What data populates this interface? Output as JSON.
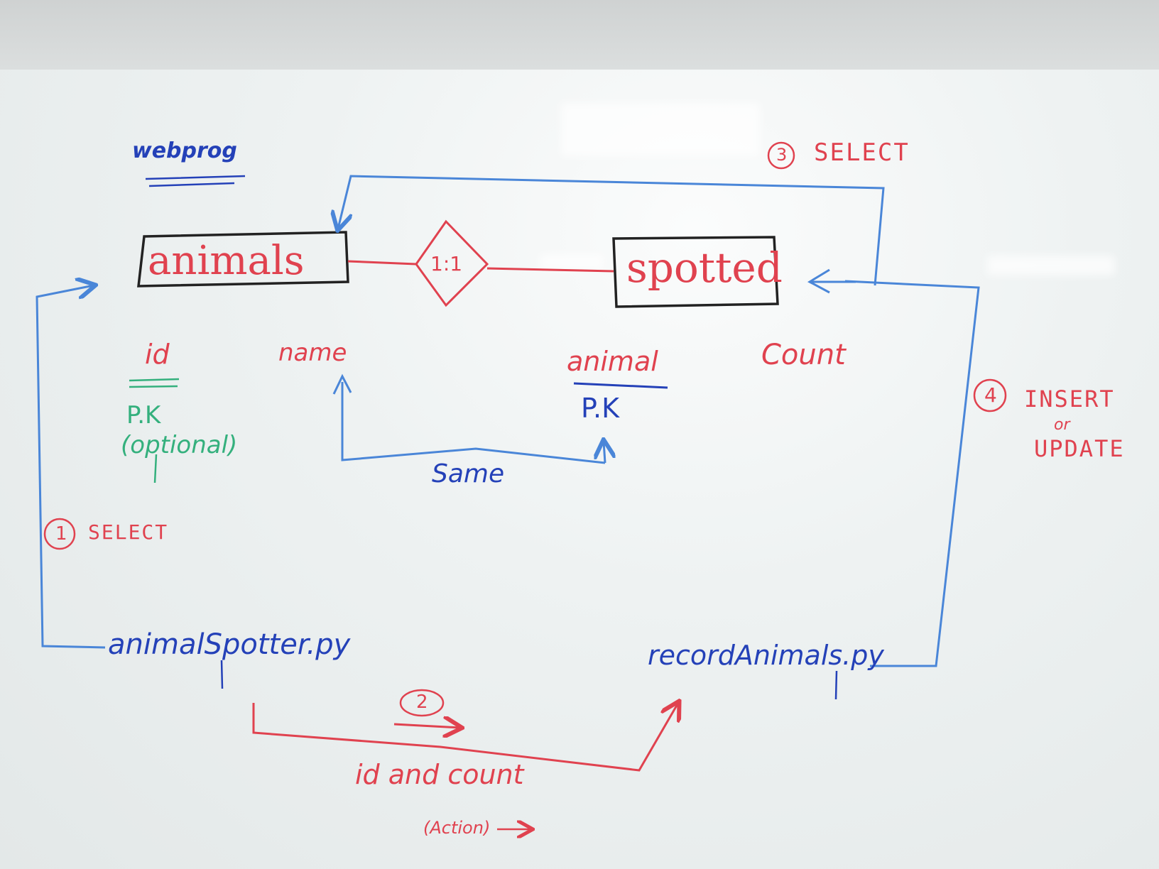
{
  "title": "webprog",
  "entities": {
    "animals": "animals",
    "spotted": "spotted"
  },
  "relationship": "1:1",
  "attributes": {
    "id": "id",
    "id_pk": "P.K",
    "id_optional": "(optional)",
    "name": "name",
    "animal": "animal",
    "animal_pk": "P.K",
    "count": "Count",
    "same": "Same"
  },
  "steps": {
    "step1_num": "1",
    "step1": "SELECT",
    "step2_num": "2",
    "step3_num": "3",
    "step3": "SELECT",
    "step4_num": "4",
    "step4_insert": "INSERT",
    "step4_or": "or",
    "step4_update": "UPDATE"
  },
  "scripts": {
    "spotter": "animalSpotter.py",
    "record": "recordAnimals.py"
  },
  "transfer": {
    "params": "id and count",
    "action": "(Action)"
  },
  "colors": {
    "red_marker": "#e0424f",
    "blue_marker": "#2441b8",
    "light_blue_marker": "#4a86d8",
    "green_marker": "#34b07d",
    "black_marker": "#222222"
  }
}
